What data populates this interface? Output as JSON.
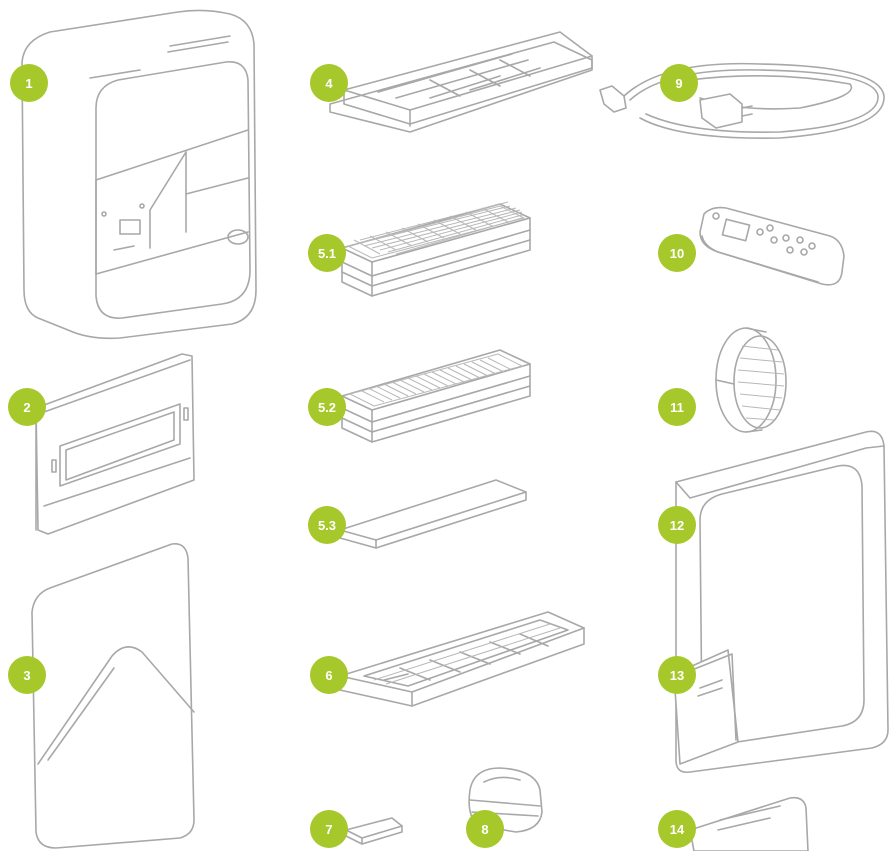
{
  "accent_color": "#a6c82a",
  "badge_text_color": "#ffffff",
  "line_color": "#a8a8a8",
  "labels": {
    "p1": "1",
    "p2": "2",
    "p3": "3",
    "p4": "4",
    "p5_1": "5.1",
    "p5_2": "5.2",
    "p5_3": "5.3",
    "p6": "6",
    "p7": "7",
    "p8": "8",
    "p9": "9",
    "p10": "10",
    "p11": "11",
    "p12": "12",
    "p13": "13",
    "p14": "14"
  }
}
